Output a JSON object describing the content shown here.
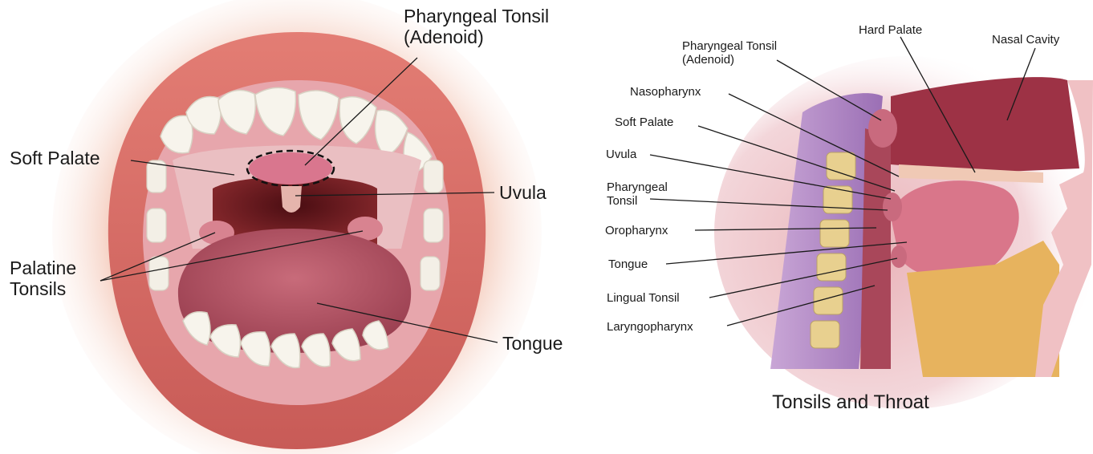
{
  "front_view": {
    "labels": {
      "pharyngeal_tonsil_line1": "Pharyngeal Tonsil",
      "pharyngeal_tonsil_line2": "(Adenoid)",
      "soft_palate": "Soft Palate",
      "uvula": "Uvula",
      "palatine_tonsils_line1": "Palatine",
      "palatine_tonsils_line2": "Tonsils",
      "tongue": "Tongue"
    }
  },
  "side_view": {
    "labels": {
      "pharyngeal_tonsil_line1": "Pharyngeal Tonsil",
      "pharyngeal_tonsil_line2": "(Adenoid)",
      "hard_palate": "Hard Palate",
      "nasal_cavity": "Nasal Cavity",
      "nasopharynx": "Nasopharynx",
      "soft_palate": "Soft Palate",
      "uvula": "Uvula",
      "pharyngeal_tonsil_b_line1": "Pharyngeal",
      "pharyngeal_tonsil_b_line2": "Tonsil",
      "oropharynx": "Oropharynx",
      "tongue": "Tongue",
      "lingual_tonsil": "Lingual Tonsil",
      "laryngopharynx": "Laryngopharynx"
    },
    "caption": "Tonsils and Throat"
  }
}
